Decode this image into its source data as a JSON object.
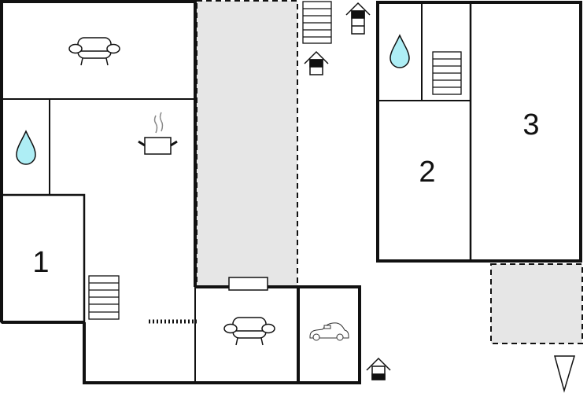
{
  "floorplan": {
    "rooms": {
      "bedroom_1": "1",
      "bedroom_2": "2",
      "bedroom_3": "3"
    },
    "colors": {
      "wall": "#111111",
      "terrace": "#e6e6e6",
      "water": "#aeeef5"
    },
    "icons": [
      "sofa-icon",
      "cooking-pot-icon",
      "water-drop-icon",
      "stairs-icon",
      "entrance-icon",
      "car-icon",
      "north-arrow-icon"
    ]
  }
}
